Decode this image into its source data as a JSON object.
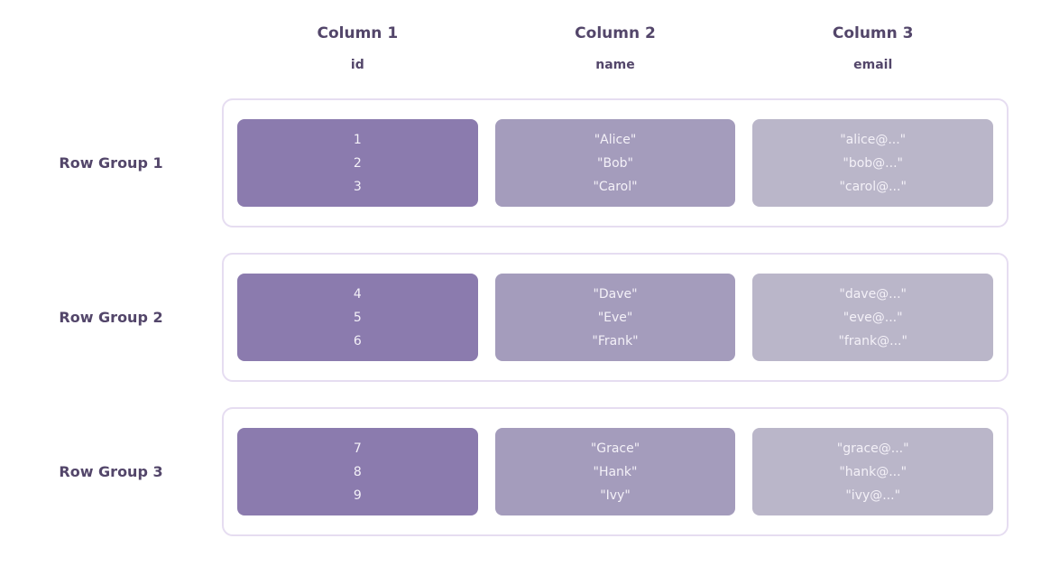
{
  "colors": {
    "heading": "#53466a",
    "group-border": "#e6ddf1",
    "block-text": "#f4f1f8",
    "block-id": "#8b7bae",
    "block-name": "#a49cbc",
    "block-email": "#bab6c9"
  },
  "column_headers": [
    {
      "title": "Column 1",
      "subtitle": "id"
    },
    {
      "title": "Column 2",
      "subtitle": "name"
    },
    {
      "title": "Column 3",
      "subtitle": "email"
    }
  ],
  "row_groups": [
    {
      "label": "Row Group 1",
      "cells": [
        {
          "field": "id",
          "lines": [
            "1",
            "2",
            "3"
          ]
        },
        {
          "field": "name",
          "lines": [
            "\"Alice\"",
            "\"Bob\"",
            "\"Carol\""
          ]
        },
        {
          "field": "email",
          "lines": [
            "\"alice@...\"",
            "\"bob@...\"",
            "\"carol@...\""
          ]
        }
      ]
    },
    {
      "label": "Row Group 2",
      "cells": [
        {
          "field": "id",
          "lines": [
            "4",
            "5",
            "6"
          ]
        },
        {
          "field": "name",
          "lines": [
            "\"Dave\"",
            "\"Eve\"",
            "\"Frank\""
          ]
        },
        {
          "field": "email",
          "lines": [
            "\"dave@...\"",
            "\"eve@...\"",
            "\"frank@...\""
          ]
        }
      ]
    },
    {
      "label": "Row Group 3",
      "cells": [
        {
          "field": "id",
          "lines": [
            "7",
            "8",
            "9"
          ]
        },
        {
          "field": "name",
          "lines": [
            "\"Grace\"",
            "\"Hank\"",
            "\"Ivy\""
          ]
        },
        {
          "field": "email",
          "lines": [
            "\"grace@...\"",
            "\"hank@...\"",
            "\"ivy@...\""
          ]
        }
      ]
    }
  ]
}
